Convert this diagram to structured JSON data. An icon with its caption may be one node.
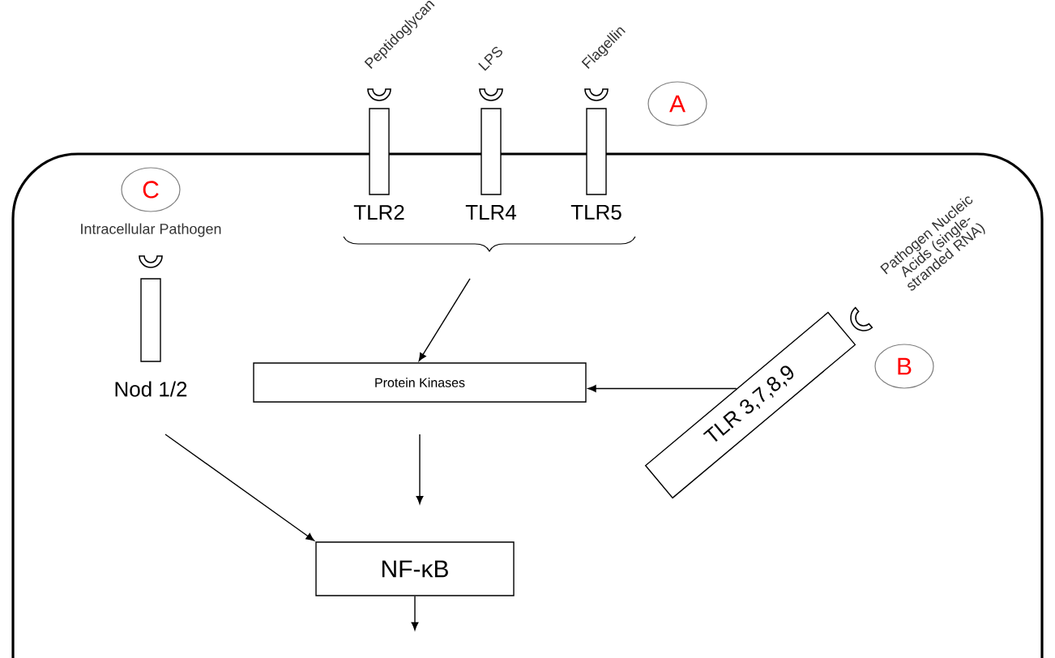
{
  "diagram": {
    "nodes": [
      {
        "text": [
          "A"
        ]
      },
      {
        "text": [
          "TLR2"
        ],
        "beside": [
          "Peptidoglycan"
        ]
      },
      {
        "text": [
          "TLR4"
        ],
        "beside": [
          "LPS"
        ]
      },
      {
        "text": [
          "TLR5"
        ],
        "beside": [
          "Flagellin"
        ]
      },
      {
        "text": [
          "C"
        ]
      },
      {
        "text": [
          "Nod 1/2"
        ],
        "beside": [
          "Intracellular Pathogen"
        ]
      },
      {
        "text": [
          "TLR 3,7,8,9"
        ],
        "beside": [
          "Pathogen Nucleic Acids (single-stranded RNA)"
        ]
      },
      {
        "text": [
          "B"
        ]
      },
      {
        "text": [
          "Protein Kinases"
        ]
      },
      {
        "text": [
          "NF-κB"
        ]
      }
    ],
    "edges": [
      {
        "from": null,
        "to": 8,
        "arrow": "to"
      },
      {
        "from": 6,
        "to": 8,
        "arrow": "to"
      },
      {
        "from": 8,
        "to": 9,
        "arrow": "to"
      },
      {
        "from": 5,
        "to": 9,
        "arrow": "to"
      },
      {
        "from": 9,
        "to": null,
        "arrow": "to"
      }
    ]
  }
}
